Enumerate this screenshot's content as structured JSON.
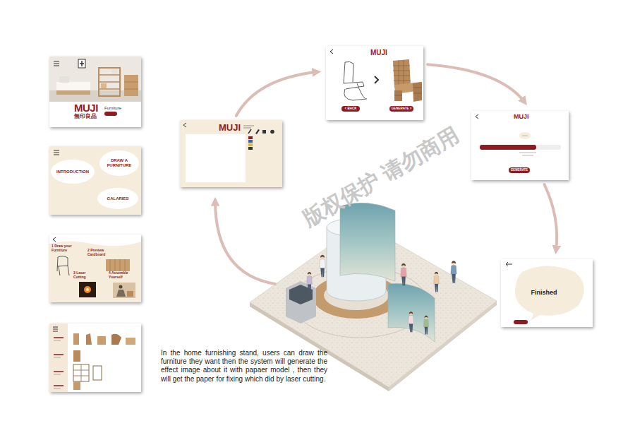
{
  "diagram": {
    "caption": "In the home furnishing stand, users can draw the furniture they want then the system will generate the effect image about it with papaer model , then they will get the paper for fixing which did by laser cutting.",
    "nodes": [
      {
        "text": [
          "MUJI",
          "無印良品",
          "Furniture"
        ]
      },
      {
        "text": [
          "INTRODUCTION"
        ]
      },
      {
        "text": [
          "DRAW A FURNITURE"
        ]
      },
      {
        "text": [
          "GALARIES"
        ]
      },
      {
        "text": [
          "1 Draw your Furniture",
          "2 Preview Cardboard",
          "3 Laser Cutting",
          "4 Assemble Yourself"
        ]
      },
      {
        "text": [
          "MUJI"
        ]
      },
      {
        "text": [
          "MUJI"
        ]
      },
      {
        "text": [
          "< BACK"
        ],
        "in": 6
      },
      {
        "text": [
          "GENERATE >"
        ],
        "in": 6
      },
      {
        "text": [
          "MUJI"
        ]
      },
      {
        "text": [
          "GENERATE"
        ],
        "in": 9
      },
      {
        "text": [
          "Finished"
        ]
      }
    ],
    "edges": [
      {
        "from": 5,
        "to": 6,
        "arrow": "to"
      },
      {
        "from": 6,
        "to": 9,
        "arrow": "to"
      },
      {
        "from": 9,
        "to": 11,
        "arrow": "to"
      }
    ],
    "labels": [
      "版权保护 请勿商用"
    ]
  }
}
